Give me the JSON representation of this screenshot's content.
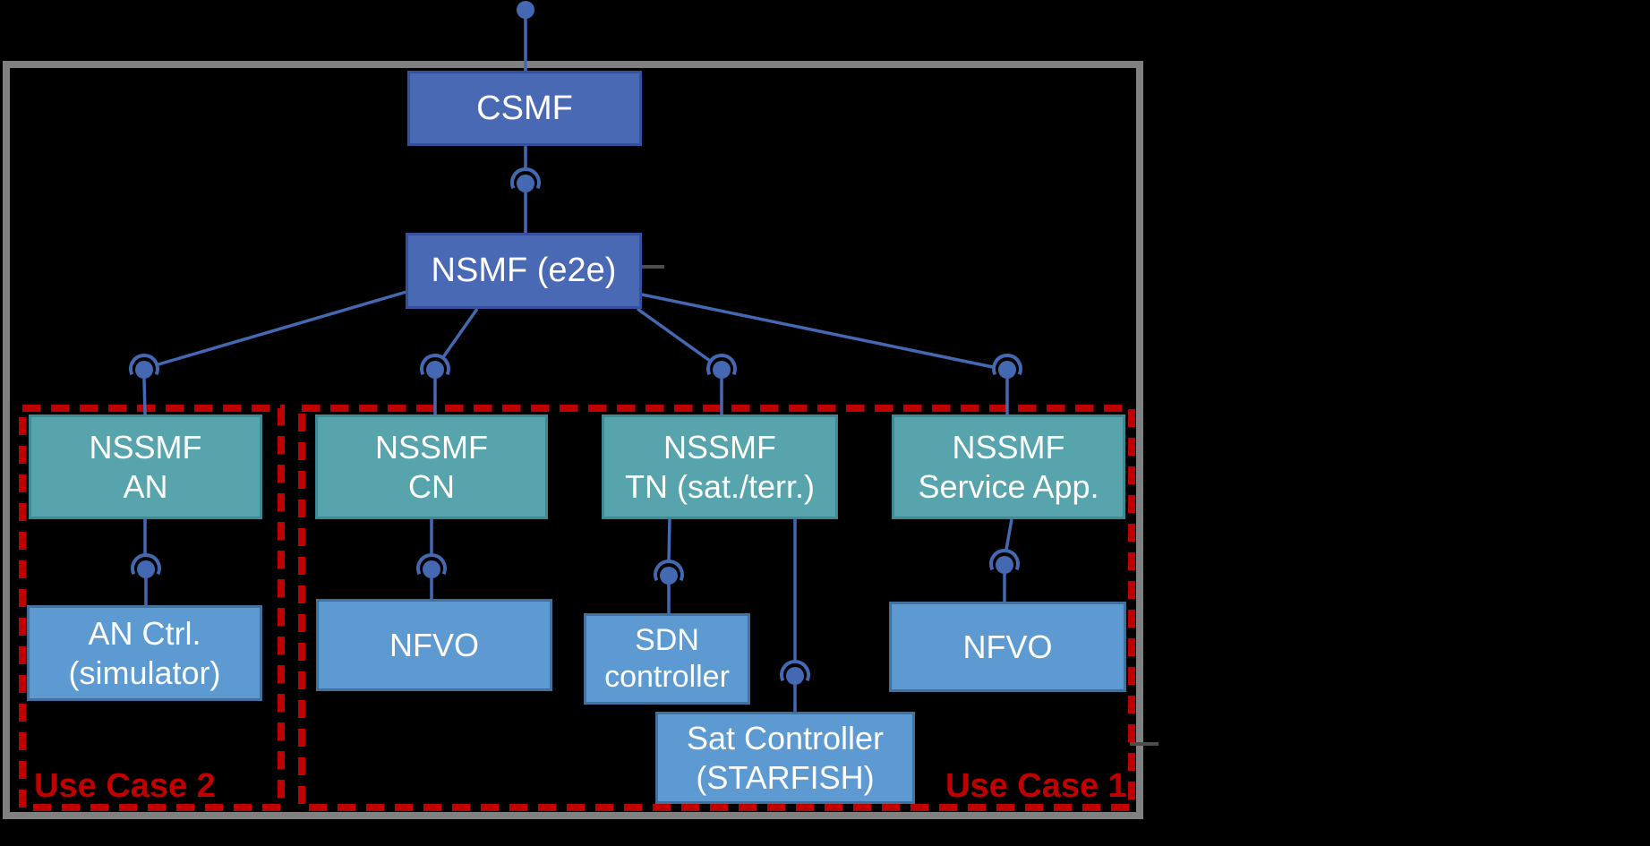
{
  "colors": {
    "background": "#000000",
    "frame_gray": "#808080",
    "dark_blue_fill": "#4a69b4",
    "dark_blue_border": "#35519e",
    "teal_fill": "#57a4ac",
    "teal_border": "#3d8a94",
    "light_blue_fill": "#5d9ad2",
    "light_blue_border": "#41719c",
    "connector_blue": "#4468b2",
    "use_case_red": "#c00000",
    "text_white": "#ffffff"
  },
  "nodes": {
    "csmf": {
      "label": "CSMF"
    },
    "nsmf": {
      "label": "NSMF (e2e)"
    },
    "nssmf_an": {
      "label": "NSSMF\nAN"
    },
    "nssmf_cn": {
      "label": "NSSMF\nCN"
    },
    "nssmf_tn": {
      "label": "NSSMF\nTN (sat./terr.)"
    },
    "nssmf_svc": {
      "label": "NSSMF\nService App."
    },
    "an_ctrl": {
      "label": "AN Ctrl.\n(simulator)"
    },
    "nfvo_left": {
      "label": "NFVO"
    },
    "sdn_controller": {
      "label": "SDN\ncontroller"
    },
    "sat_controller": {
      "label": "Sat Controller\n(STARFISH)"
    },
    "nfvo_right": {
      "label": "NFVO"
    }
  },
  "zones": {
    "use_case_2": {
      "label": "Use Case 2"
    },
    "use_case_1": {
      "label": "Use Case 1"
    }
  },
  "icons": {
    "interface_connector": "uml-ball-and-socket-interface"
  }
}
